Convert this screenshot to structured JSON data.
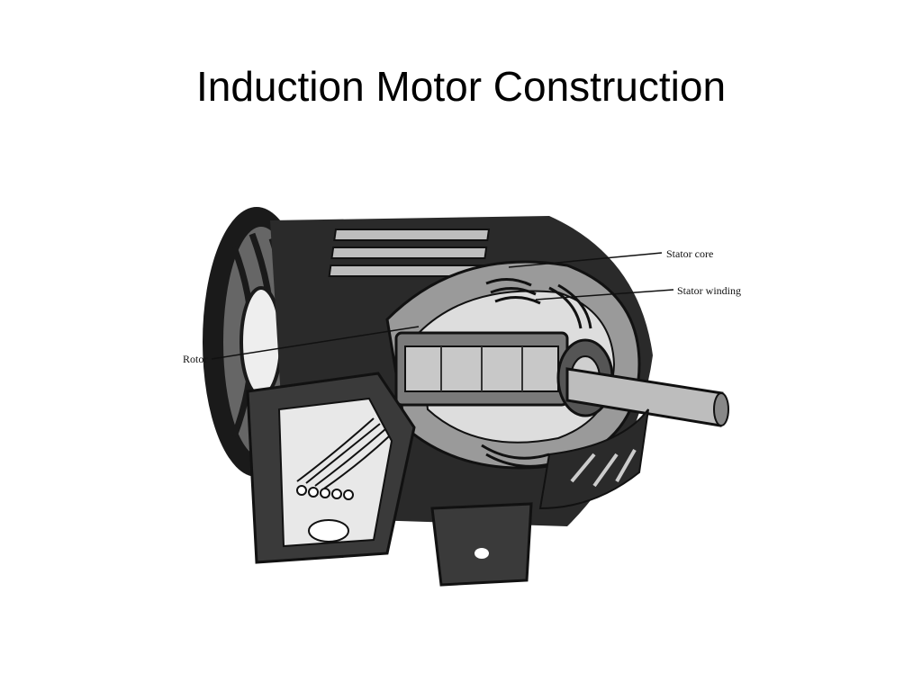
{
  "slide": {
    "title": "Induction Motor Construction"
  },
  "diagram": {
    "labels": {
      "stator_core": "Stator core",
      "stator_winding": "Stator winding",
      "rotor": "Rotor"
    },
    "colors": {
      "dark": "#1a1a1a",
      "mid": "#555555",
      "light": "#bdbdbd",
      "paper": "#ffffff"
    }
  }
}
